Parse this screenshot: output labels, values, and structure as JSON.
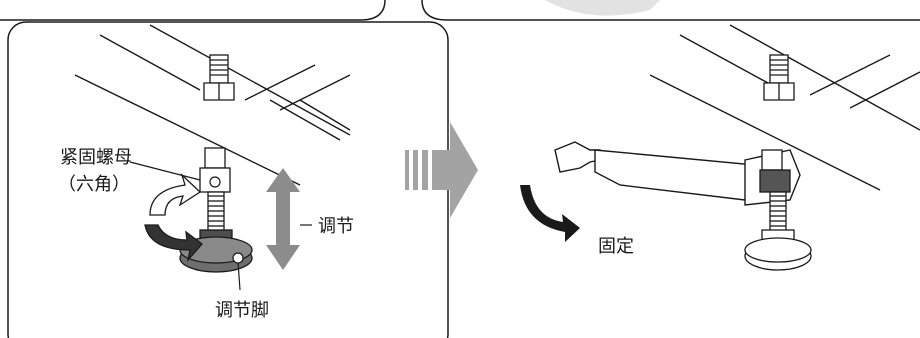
{
  "left_panel": {
    "label_lock_nut_line1": "紧固螺母",
    "label_lock_nut_line2": "（六角）",
    "label_adjust": "调节",
    "label_adjust_foot": "调节脚"
  },
  "right_panel": {
    "label_fix": "固定"
  },
  "colors": {
    "line": "#1a1a1a",
    "gray_arrow": "#8c8c8c",
    "light_gray": "#d9d9d9",
    "dark_gray": "#6e6e6e"
  }
}
